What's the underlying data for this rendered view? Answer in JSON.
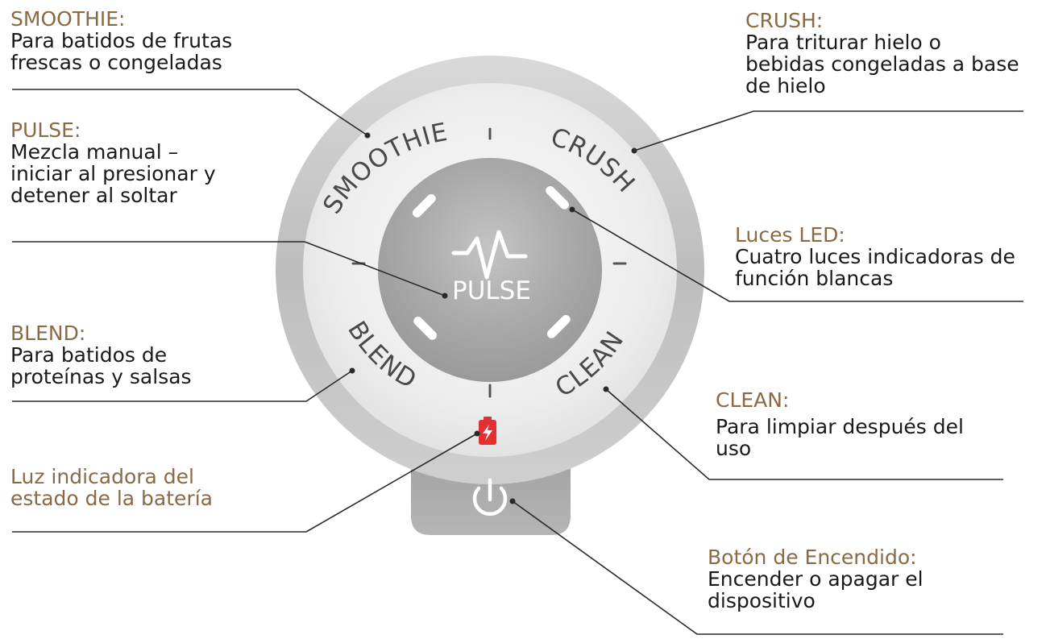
{
  "colors": {
    "title": "#8a6a44",
    "text": "#1a1a1a",
    "line": "#2a2a2a",
    "battery": "#e53030"
  },
  "icons": {
    "pulse": "heartbeat-wave-icon",
    "battery": "battery-bolt-icon",
    "power": "power-icon"
  },
  "dial": {
    "smoothie": "SMOOTHIE",
    "crush": "CRUSH",
    "blend": "BLEND",
    "clean": "CLEAN",
    "pulse": "PULSE"
  },
  "callouts": {
    "smoothie": {
      "title": "SMOOTHIE:",
      "lines": [
        "Para batidos de frutas",
        "frescas o congeladas"
      ]
    },
    "pulse": {
      "title": "PULSE:",
      "lines": [
        "Mezcla manual –",
        "iniciar al presionar y",
        "detener al soltar"
      ]
    },
    "blend": {
      "title": "BLEND:",
      "lines": [
        "Para batidos de",
        "proteínas y salsas"
      ]
    },
    "battery": {
      "title_lines": [
        "Luz indicadora del",
        "estado de la batería"
      ]
    },
    "crush": {
      "title": "CRUSH:",
      "lines": [
        "Para triturar hielo o",
        "bebidas congeladas a base",
        "de hielo"
      ]
    },
    "led": {
      "title": "Luces LED:",
      "lines": [
        "Cuatro luces indicadoras de",
        "función blancas"
      ]
    },
    "clean": {
      "title": "CLEAN:",
      "lines": [
        "Para limpiar después del",
        "uso"
      ]
    },
    "power": {
      "title": "Botón de Encendido:",
      "lines": [
        "Encender o apagar el",
        "dispositivo"
      ]
    }
  }
}
